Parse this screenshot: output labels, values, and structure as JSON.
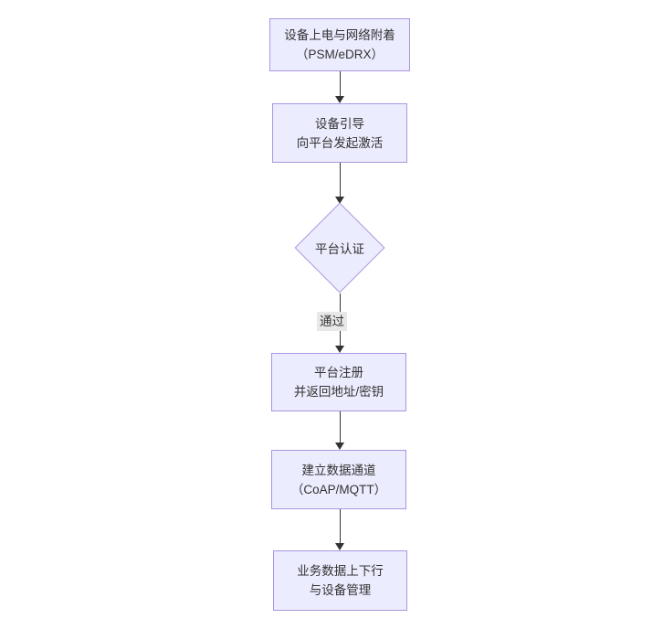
{
  "colors": {
    "canvas-bg": "#ffffff",
    "node-fill": "#ECECFF",
    "node-border": "#aa96e0",
    "arrow": "#333333",
    "text": "#333333",
    "edge-label-bg": "#e8e8e8"
  },
  "diagram": {
    "type": "flowchart",
    "direction": "top-down",
    "nodes": [
      {
        "id": "power-on-attach",
        "shape": "rect",
        "line1": "设备上电与网络附着",
        "line2": "（PSM/eDRX）"
      },
      {
        "id": "bootstrap",
        "shape": "rect",
        "line1": "设备引导",
        "line2": "向平台发起激活"
      },
      {
        "id": "platform-auth",
        "shape": "diamond",
        "line1": "平台认证",
        "line2": ""
      },
      {
        "id": "platform-register",
        "shape": "rect",
        "line1": "平台注册",
        "line2": "并返回地址/密钥"
      },
      {
        "id": "data-channel",
        "shape": "rect",
        "line1": "建立数据通道",
        "line2": "（CoAP/MQTT）"
      },
      {
        "id": "business-data",
        "shape": "rect",
        "line1": "业务数据上下行",
        "line2": "与设备管理"
      }
    ],
    "edges": [
      {
        "from": "power-on-attach",
        "to": "bootstrap",
        "label": ""
      },
      {
        "from": "bootstrap",
        "to": "platform-auth",
        "label": ""
      },
      {
        "from": "platform-auth",
        "to": "platform-register",
        "label": "通过"
      },
      {
        "from": "platform-register",
        "to": "data-channel",
        "label": ""
      },
      {
        "from": "data-channel",
        "to": "business-data",
        "label": ""
      }
    ]
  }
}
